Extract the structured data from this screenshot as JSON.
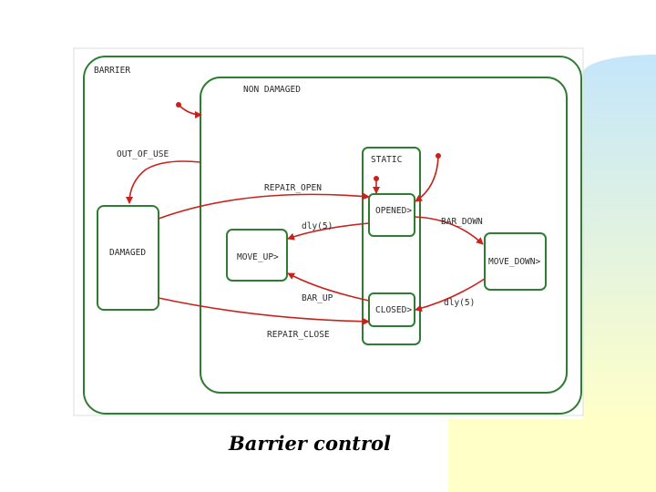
{
  "colors": {
    "edge": "#c8221d",
    "box": "#2e7d32",
    "frame": "#2e7d32",
    "gradient_top": "#c4e6fa",
    "gradient_bottom": "#ffffc8"
  },
  "states": {
    "barrier": "BARRIER",
    "non_damaged": "NON DAMAGED",
    "static": "STATIC",
    "damaged": "DAMAGED",
    "opened": "OPENED>",
    "closed": "CLOSED>",
    "move_up": "MOVE_UP>",
    "move_down": "MOVE_DOWN>"
  },
  "transitions": {
    "out_of_use": "OUT_OF_USE",
    "repair_open": "REPAIR_OPEN",
    "repair_close": "REPAIR_CLOSE",
    "bar_down": "BAR_DOWN",
    "bar_up": "BAR_UP",
    "dly_up": "dly(5)",
    "dly_down": "dly(5)"
  },
  "caption": "Barrier control"
}
